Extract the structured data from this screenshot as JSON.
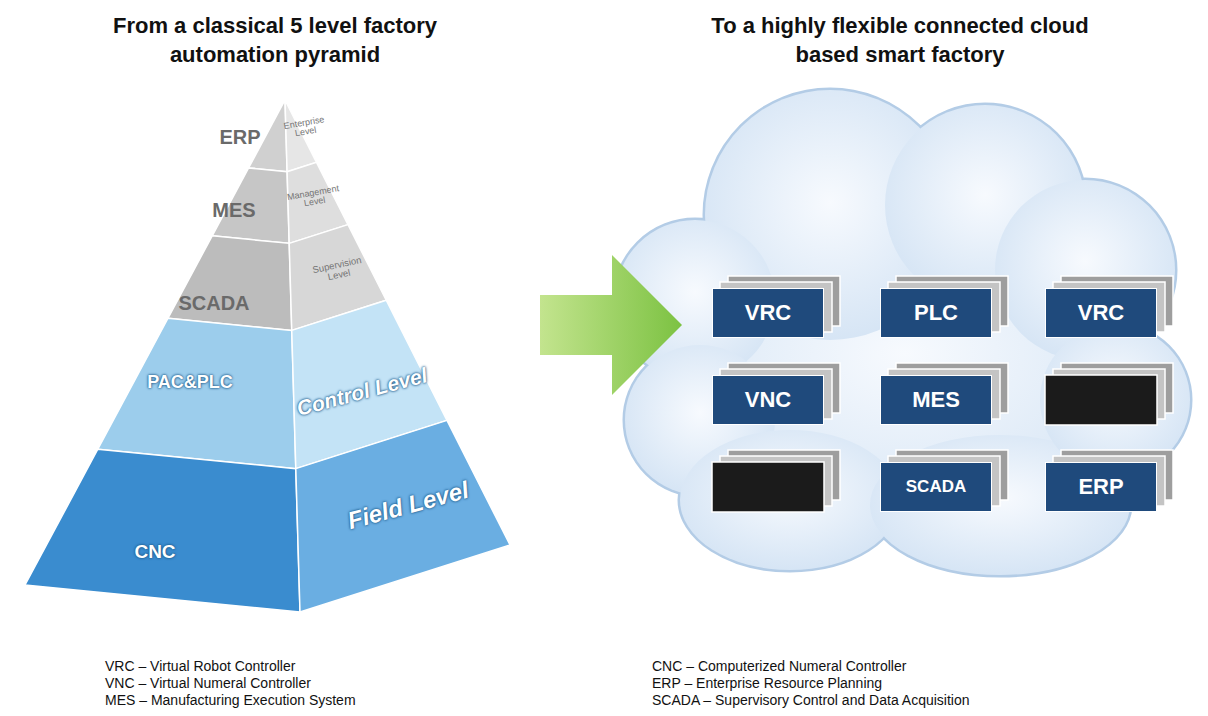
{
  "diagram": {
    "nodes": [
      {
        "text": [
          "ERP",
          "Enterprise Level"
        ]
      },
      {
        "text": [
          "MES",
          "Management Level"
        ]
      },
      {
        "text": [
          "SCADA",
          "Supervision Level"
        ]
      },
      {
        "text": [
          "PAC&PLC",
          "Control Level"
        ]
      },
      {
        "text": [
          "CNC",
          "Field Level"
        ]
      },
      {
        "text": [
          "VRC"
        ]
      },
      {
        "text": [
          "PLC"
        ]
      },
      {
        "text": [
          "VRC"
        ]
      },
      {
        "text": [
          "VNC"
        ]
      },
      {
        "text": [
          "MES"
        ]
      },
      {
        "text": [
          "SCADA"
        ]
      },
      {
        "text": [
          "ERP"
        ]
      }
    ],
    "labels": [
      "From a classical 5 level factory automation pyramid",
      "To a highly flexible connected cloud based smart factory",
      "VRC – Virtual Robot Controller",
      "VNC – Virtual Numeral Controller",
      "MES – Manufacturing Execution System",
      "CNC – Computerized Numeral Controller",
      "ERP – Enterprise Resource Planning",
      "SCADA – Supervisory Control and Data Acquisition"
    ]
  }
}
